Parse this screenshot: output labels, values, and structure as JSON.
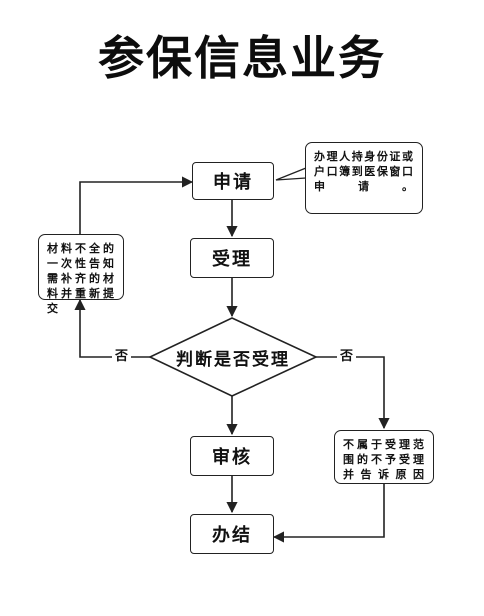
{
  "title": "参保信息业务",
  "nodes": {
    "apply": "申请",
    "accept": "受理",
    "decision": "判断是否受理",
    "review": "审核",
    "complete": "办结"
  },
  "notes": {
    "apply_note": "办理人持身份证或户口簿到医保窗口申请。",
    "incomplete_note": "材料不全的一次性告知需补齐的材料并重新提交",
    "reject_note": "不属于受理范围的不予受理并告诉原因"
  },
  "edge_labels": {
    "no_left": "否",
    "no_right": "否"
  },
  "colors": {
    "line": "#222222",
    "background": "#ffffff"
  }
}
